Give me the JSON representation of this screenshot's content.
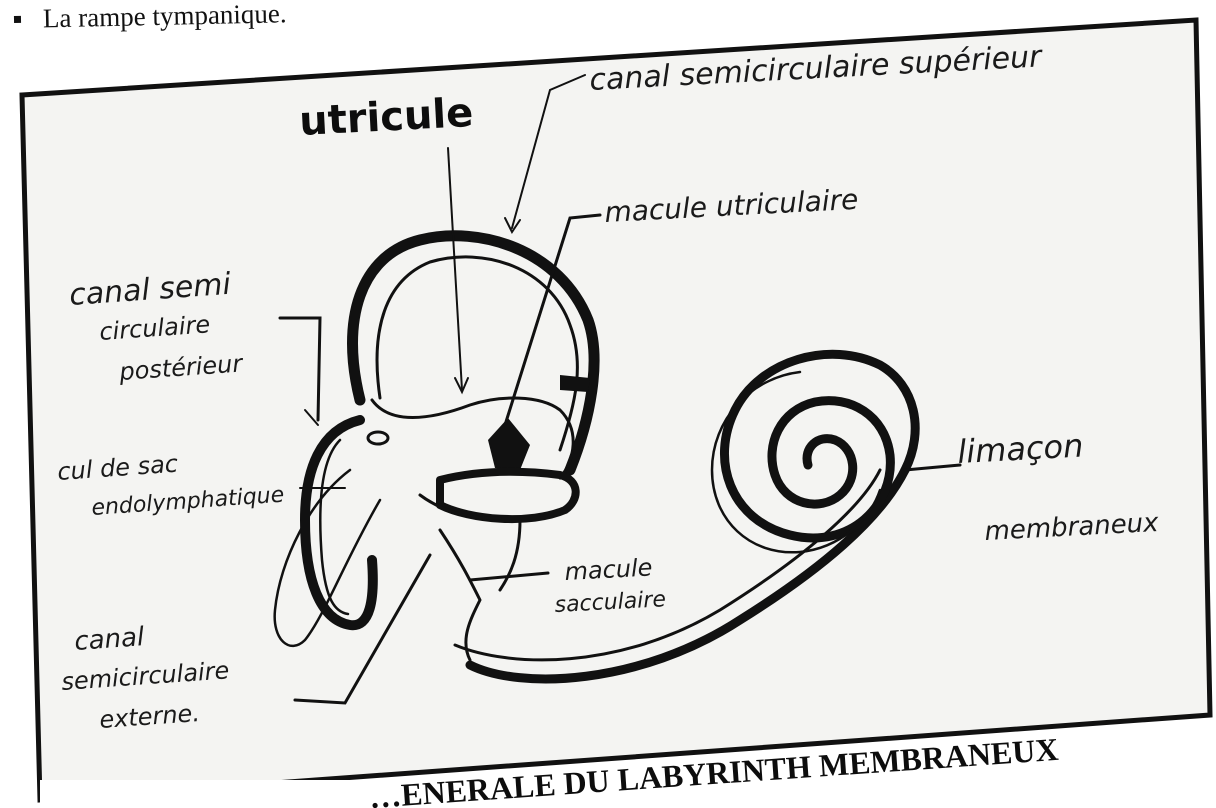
{
  "header": {
    "bullet_text": "La rampe tympanique."
  },
  "figure": {
    "labels": {
      "utricule": "utricule",
      "canal_superieur": "canal semicirculaire supérieur",
      "macule_utriculaire": "macule utriculaire",
      "canal_posterieur_1": "canal semi",
      "canal_posterieur_2": "circulaire",
      "canal_posterieur_3": "postérieur",
      "cul_de_sac_1": "cul de sac",
      "cul_de_sac_2": "endolymphatique",
      "limacon_1": "limaçon",
      "limacon_2": "membraneux",
      "macule_sacculaire_1": "macule",
      "macule_sacculaire_2": "sacculaire",
      "canal_externe_1": "canal",
      "canal_externe_2": "semicirculaire",
      "canal_externe_3": "externe."
    },
    "caption_partial": "…ENERALE DU LABYRINTH MEMBRANEUX"
  }
}
